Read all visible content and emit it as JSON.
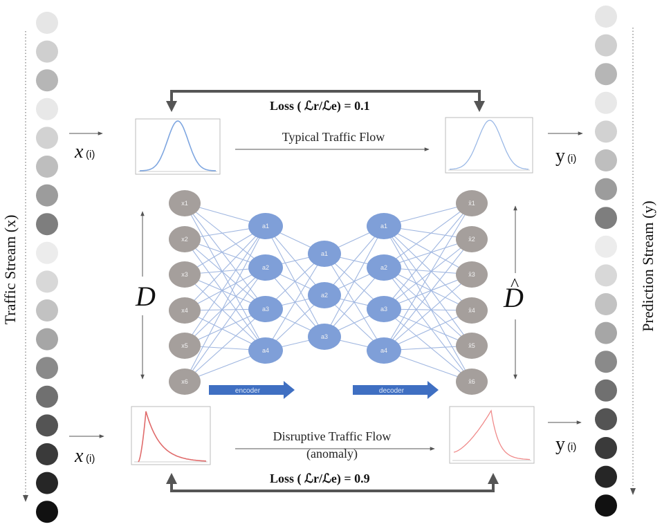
{
  "loss_top": "Loss ( ℒr/ℒe)  = 0.1",
  "loss_bottom": "Loss ( ℒr/ℒe)  = 0.9",
  "typical_flow": "Typical Traffic Flow",
  "disruptive_flow_line1": "Disruptive Traffic Flow",
  "disruptive_flow_line2": "(anomaly)",
  "left_stream_label": "Traffic Stream (x)",
  "right_stream_label": "Prediction Stream (y)",
  "x_label": "x",
  "y_label": "y",
  "sub_i": "(i)",
  "D_label": "D",
  "D_hat_label": "D",
  "hat_mark": "^",
  "encoder_label": "encoder",
  "decoder_label": "decoder",
  "input_nodes": [
    "x1",
    "x2",
    "x3",
    "x4",
    "x5",
    "x6"
  ],
  "enc_hidden_nodes": [
    "a1",
    "a2",
    "a3",
    "a4"
  ],
  "bottleneck_nodes": [
    "a1",
    "a2",
    "a3"
  ],
  "dec_hidden_nodes": [
    "a1",
    "a2",
    "a3",
    "a4"
  ],
  "output_nodes": [
    "x̂1",
    "x̂2",
    "x̂3",
    "x̂4",
    "x̂5",
    "x̂6"
  ],
  "left_stream_shades": [
    "#e6e6e6",
    "#cfcfcf",
    "#b6b6b6",
    "#e8e8e8",
    "#d2d2d2",
    "#bebebe",
    "#9c9c9c",
    "#7e7e7e",
    "#ececec",
    "#d8d8d8",
    "#c2c2c2",
    "#a6a6a6",
    "#8a8a8a",
    "#707070",
    "#545454",
    "#3a3a3a",
    "#262626",
    "#111111"
  ],
  "right_stream_shades": [
    "#e6e6e6",
    "#cfcfcf",
    "#b6b6b6",
    "#e8e8e8",
    "#d2d2d2",
    "#bebebe",
    "#9c9c9c",
    "#7e7e7e",
    "#ececec",
    "#d8d8d8",
    "#c2c2c2",
    "#a6a6a6",
    "#8a8a8a",
    "#707070",
    "#545454",
    "#3a3a3a",
    "#262626",
    "#111111"
  ],
  "colors": {
    "node_gray": "#a59f9c",
    "node_blue": "#7f9fd8",
    "edge_blue": "#9fb6e0",
    "typical_curve": "#7ea6e0",
    "anomaly_curve": "#e06b6b",
    "anomaly_curve_light": "#f08a8a",
    "encoder_arrow": "#3f6fc2",
    "loss_arrow": "#555555"
  }
}
